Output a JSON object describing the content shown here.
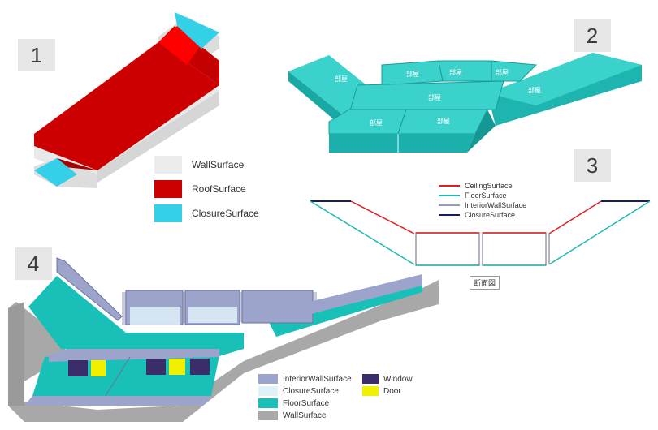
{
  "panels": {
    "p1": {
      "number": "1",
      "legend": [
        {
          "label": "WallSurface",
          "color": "#ececec"
        },
        {
          "label": "RoofSurface",
          "color": "#cc0000"
        },
        {
          "label": "ClosureSurface",
          "color": "#33d0e8"
        }
      ]
    },
    "p2": {
      "number": "2",
      "room_label": "部屋"
    },
    "p3": {
      "number": "3",
      "legend": [
        {
          "label": "CeilingSurface",
          "color": "#e02020"
        },
        {
          "label": "FloorSurface",
          "color": "#20b8b0"
        },
        {
          "label": "InteriorWallSurface",
          "color": "#9a9ab0"
        },
        {
          "label": "ClosureSurface",
          "color": "#1a1a60"
        }
      ],
      "caption": "断面図"
    },
    "p4": {
      "number": "4",
      "legend": [
        {
          "label": "InteriorWallSurface",
          "color": "#9ca4cc"
        },
        {
          "label": "ClosureSurface",
          "color": "#dff2f8"
        },
        {
          "label": "FloorSurface",
          "color": "#18c0b8"
        },
        {
          "label": "WallSurface",
          "color": "#a8a8a8"
        },
        {
          "label": "Window",
          "color": "#3a2d6a"
        },
        {
          "label": "Door",
          "color": "#f0f000"
        }
      ]
    }
  }
}
